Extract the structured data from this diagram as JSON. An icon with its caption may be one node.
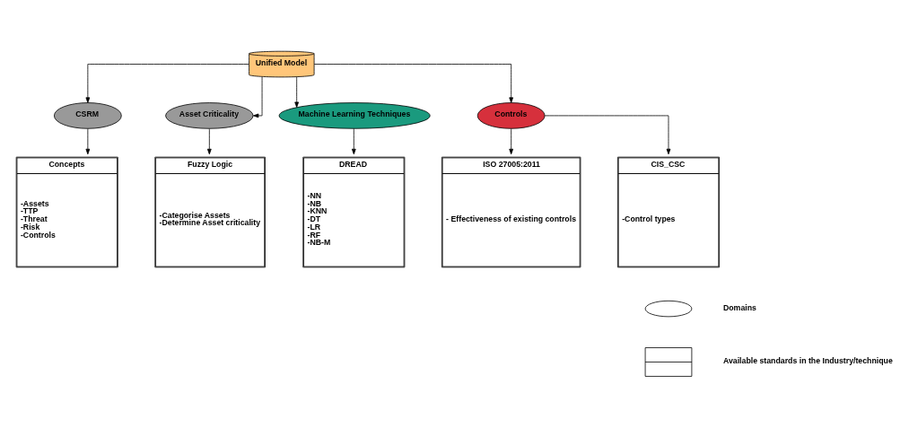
{
  "diagram": {
    "nodes": [
      {
        "text": [
          "Unified Model"
        ]
      },
      {
        "text": [
          "CSRM"
        ]
      },
      {
        "text": [
          "Asset Criticality"
        ]
      },
      {
        "text": [
          "Machine Learning Techniques"
        ]
      },
      {
        "text": [
          "Controls"
        ]
      },
      {
        "text": [
          "Concepts",
          "-Assets",
          "-TTP",
          "-Threat",
          "-Risk",
          "-Controls"
        ]
      },
      {
        "text": [
          "Fuzzy Logic",
          "-Categorise Assets",
          "-Determine Asset criticality"
        ]
      },
      {
        "text": [
          "DREAD",
          "-NN",
          "-NB",
          "-KNN",
          "-DT",
          "-LR",
          "-RF",
          "-NB-M"
        ]
      },
      {
        "text": [
          "ISO 27005:2011",
          "- Effectiveness of existing controls"
        ]
      },
      {
        "text": [
          "CIS_CSC",
          "-Control types"
        ]
      },
      {
        "text": [],
        "shape": "ellipse"
      },
      {
        "text": [],
        "shape": "box"
      }
    ],
    "edges": [
      {
        "from": 0,
        "to": 1,
        "arrow": "to"
      },
      {
        "from": 0,
        "to": 2,
        "arrow": "to"
      },
      {
        "from": 0,
        "to": 3,
        "arrow": "to"
      },
      {
        "from": 0,
        "to": 4,
        "arrow": "to"
      },
      {
        "from": 1,
        "to": 5,
        "arrow": "to"
      },
      {
        "from": 2,
        "to": 6,
        "arrow": "to"
      },
      {
        "from": 3,
        "to": 7,
        "arrow": "to"
      },
      {
        "from": 4,
        "to": 8,
        "arrow": "to"
      },
      {
        "from": 4,
        "to": 9,
        "arrow": "to"
      }
    ],
    "legend": [
      {
        "text": "Domains"
      },
      {
        "text": "Available standards in the Industry/technique"
      }
    ]
  }
}
